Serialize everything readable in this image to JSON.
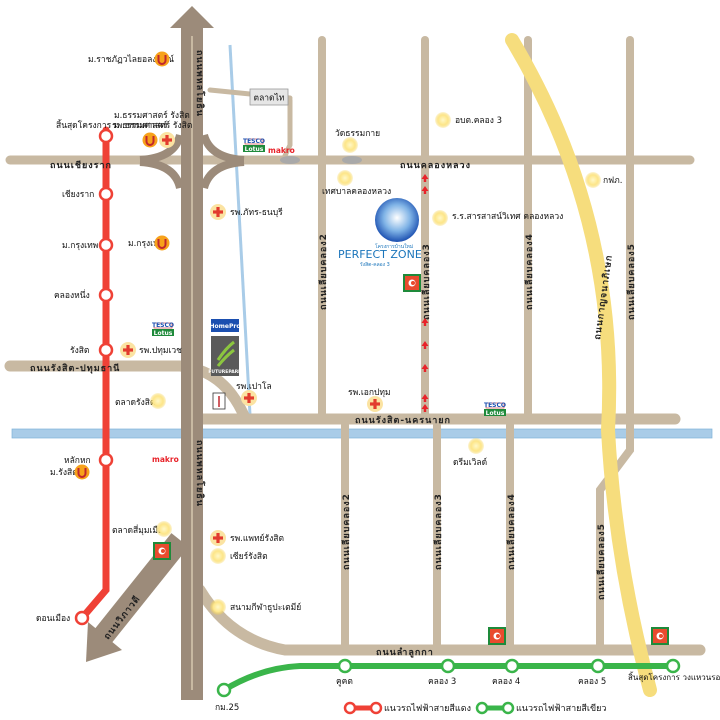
{
  "colors": {
    "road": "#c8b9a2",
    "highway": "#9c8b7a",
    "canal": "#a9cce8",
    "red_line": "#ef4136",
    "green_line": "#3ab54a",
    "yellow_road": "#f6dd7d",
    "brand": "#1b75bb"
  },
  "roads": {
    "chiang_rak": "ถนนเชียงราก",
    "khlong_luang": "ถนนคลองหลวง",
    "rangsit_pathum": "ถนนรังสิต-ปทุมธานี",
    "rangsit_nakhon_nayok": "ถนนรังสิต-นครนายก",
    "phahon_top": "ถนนพหลโยธิน",
    "phahon_bottom": "ถนนพหลโยธิน",
    "vibhavadi": "ถนนวิภาวดี",
    "lam_luk_ka": "ถนนลำลูกกา",
    "kanchanaphisek": "ถนนกาญจนาภิเษก",
    "khlong2_top": "ถนนเลียบคลอง2",
    "khlong3_top": "ถนนเลียบคลอง3",
    "khlong4_top": "ถนนเลียบคลอง4",
    "khlong5_top": "ถนนเลียบคลอง5",
    "khlong2_bottom": "ถนนเลียบคลอง2",
    "khlong3_bottom": "ถนนเลียบคลอง3",
    "khlong4_bottom": "ถนนเลียบคลอง4",
    "khlong5_bottom": "ถนนเลียบคลอง5"
  },
  "pois": {
    "rajabhat": "ม.ราชภัฏวไลยอลงกรณ์",
    "talad_thai": "ตลาดไท",
    "thammasat1": "ม.ธรรมศาสตร์ รังสิต",
    "thammasat2": "รพ.ธรรมศาสตร์ รังสิต",
    "wat_thammakai": "วัดธรรมกาย",
    "abt_khlong3": "อบต.คลอง 3",
    "thesaban": "เทศบาลคลองหลวง",
    "police": "กฟภ.",
    "phatara": "รพ.ภัทร-ธนบุรี",
    "school": "ร.ร.สารสาสน์วิเทศ คลองหลวง",
    "bangkok_u": "ม.กรุงเทพ",
    "pathumwet": "รพ.ปทุมเวช",
    "paolo": "รพ.เปาโล",
    "ekpathum": "รพ.เอกปทุม",
    "talad_rangsit": "ตลาดรังสิต",
    "dreamworld": "ดรีมเวิลด์",
    "rangsit_u": "ม.รังสิต",
    "talad_si_mum": "ตลาดสี่มุมเมือง",
    "phaet_rangsit": "รพ.แพทย์รังสิต",
    "zeer": "เซียร์รังสิต",
    "stadium": "สนามกีฬาธูปะเตมีย์"
  },
  "brand": {
    "top": "โครงการบ้านใหม่",
    "name": "PERFECT ZONE",
    "sub": "รังสิต-คลอง 3"
  },
  "logos": {
    "tesco": "TESCO",
    "lotus": "Lotus",
    "makro": "makro",
    "homepro": "HomePro",
    "futurepark": "FUTUREPARK"
  },
  "red_stations": {
    "end": "สิ้นสุดโครงการ ม.ธรรมศาสตร์",
    "chiang_rak": "เชียงราก",
    "bangkok_u": "ม.กรุงเทพ",
    "khlong_nueng": "คลองหนึ่ง",
    "rangsit": "รังสิต",
    "lak_hok": "หลักหก",
    "don_mueang": "ดอนเมือง"
  },
  "green_stations": {
    "khukhot": "คูคต",
    "k3": "คลอง 3",
    "k4": "คลอง 4",
    "k5": "คลอง 5",
    "end": "สิ้นสุดโครงการ วงแหวนรอบนอกตะวันออก",
    "km25": "กม.25"
  },
  "legend": {
    "red": "แนวรถไฟฟ้าสายสีแดง",
    "green": "แนวรถไฟฟ้าสายสีเขียว"
  }
}
